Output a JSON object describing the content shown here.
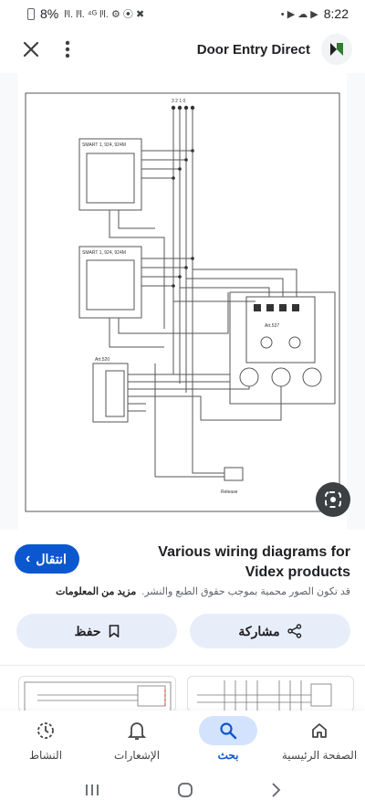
{
  "status_bar": {
    "battery": "8%",
    "left_icons": "lᴵl. lᴵl. ⁴ᴳ lᴵl. ⚙ ⦿ ✖",
    "notification_icons": "• ▶ ☁ ▶",
    "time": "8:22"
  },
  "app_bar": {
    "close_icon": "close-icon",
    "menu_icon": "more-vert-icon",
    "site_name": "Door Entry Direct",
    "logo_icon": "site-logo-icon"
  },
  "diagram": {
    "labels": {
      "terminals": "3 2 1 0",
      "unit1": "SMART 1, 924, 924M",
      "unit2": "SMART 1, 924, 924M",
      "psu": "Art.520",
      "module": "Art.537",
      "release": "Release"
    }
  },
  "result": {
    "visit_label": "انتقال",
    "title": "Various wiring diagrams for Videx products",
    "notice": "قد تكون الصور محمية بموجب حقوق الطبع والنشر.",
    "more_info": "مزيد من المعلومات"
  },
  "actions": {
    "save_label": "حفظ",
    "share_label": "مشاركة"
  },
  "bottom_nav": {
    "items": [
      {
        "label": "النشاط",
        "icon": "activity-icon"
      },
      {
        "label": "الإشعارات",
        "icon": "bell-icon"
      },
      {
        "label": "بحث",
        "icon": "search-icon",
        "active": true
      },
      {
        "label": "الصفحة الرئيسية",
        "icon": "home-icon"
      }
    ]
  },
  "system_nav": {
    "recents_icon": "recents-icon",
    "home_icon": "system-home-icon",
    "back_icon": "back-icon"
  },
  "colors": {
    "accent": "#0b57d0",
    "accent_soft": "#d3e3fd",
    "button_tint": "#e8eef9"
  }
}
